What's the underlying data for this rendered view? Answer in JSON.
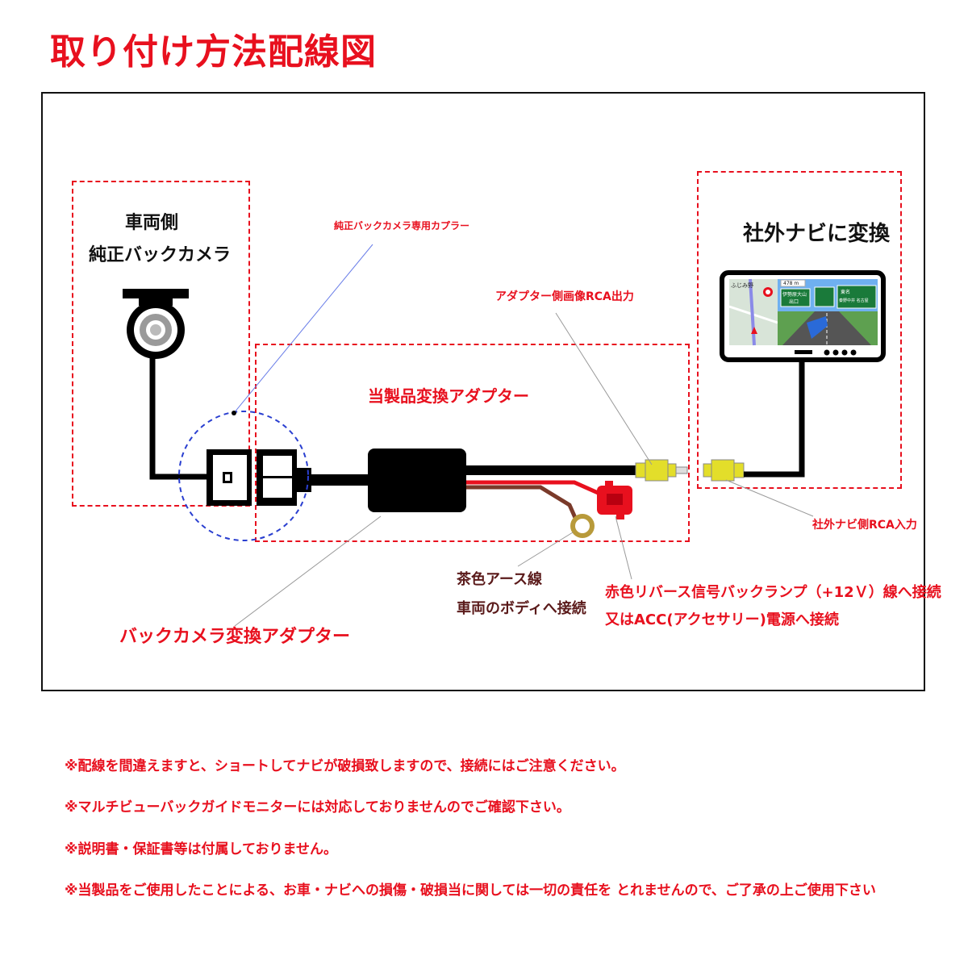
{
  "title": "取り付け方法配線図",
  "labels": {
    "vehicle_side": "車両側",
    "genuine_camera": "純正バックカメラ",
    "coupler": "純正バックカメラ専用カプラー",
    "adapter_rca_out": "アダプター側画像RCA出力",
    "convert_navi": "社外ナビに変換",
    "product_adapter": "当製品変換アダプター",
    "navi_rca_in": "社外ナビ側RCA入力",
    "brown_wire_1": "茶色アース線",
    "brown_wire_2": "車両のボディへ接続",
    "red_wire_1": "赤色リバース信号バックランプ（+12Ｖ）線へ接続",
    "red_wire_2": "又はACC(アクセサリー)電源へ接続",
    "backcam_adapter": "バックカメラ変換アダプター"
  },
  "notes": [
    "※配線を間違えますと、ショートしてナビが破損致しますので、接続にはご注意ください。",
    "※マルチビューバックガイドモニターには対応しておりませんのでご確認下さい。",
    "※説明書・保証書等は付属しておりません。",
    "※当製品をご使用したことによる、お車・ナビへの損傷・破損当に関しては一切の責任を とれませんので、ご了承の上ご使用下さい"
  ],
  "screen": {
    "city": "ふじみ野",
    "dist": "478 m",
    "sign_left": "伊勢原大山",
    "sign_exit": "出口",
    "sign_mid": "東名",
    "sign_right": "秦野中井 名古屋"
  },
  "colors": {
    "accent": "#e8101e",
    "connector_yellow": "#e3de2a",
    "wire_brown": "#7a3a2a",
    "guide_blue": "#2a3fd0"
  }
}
